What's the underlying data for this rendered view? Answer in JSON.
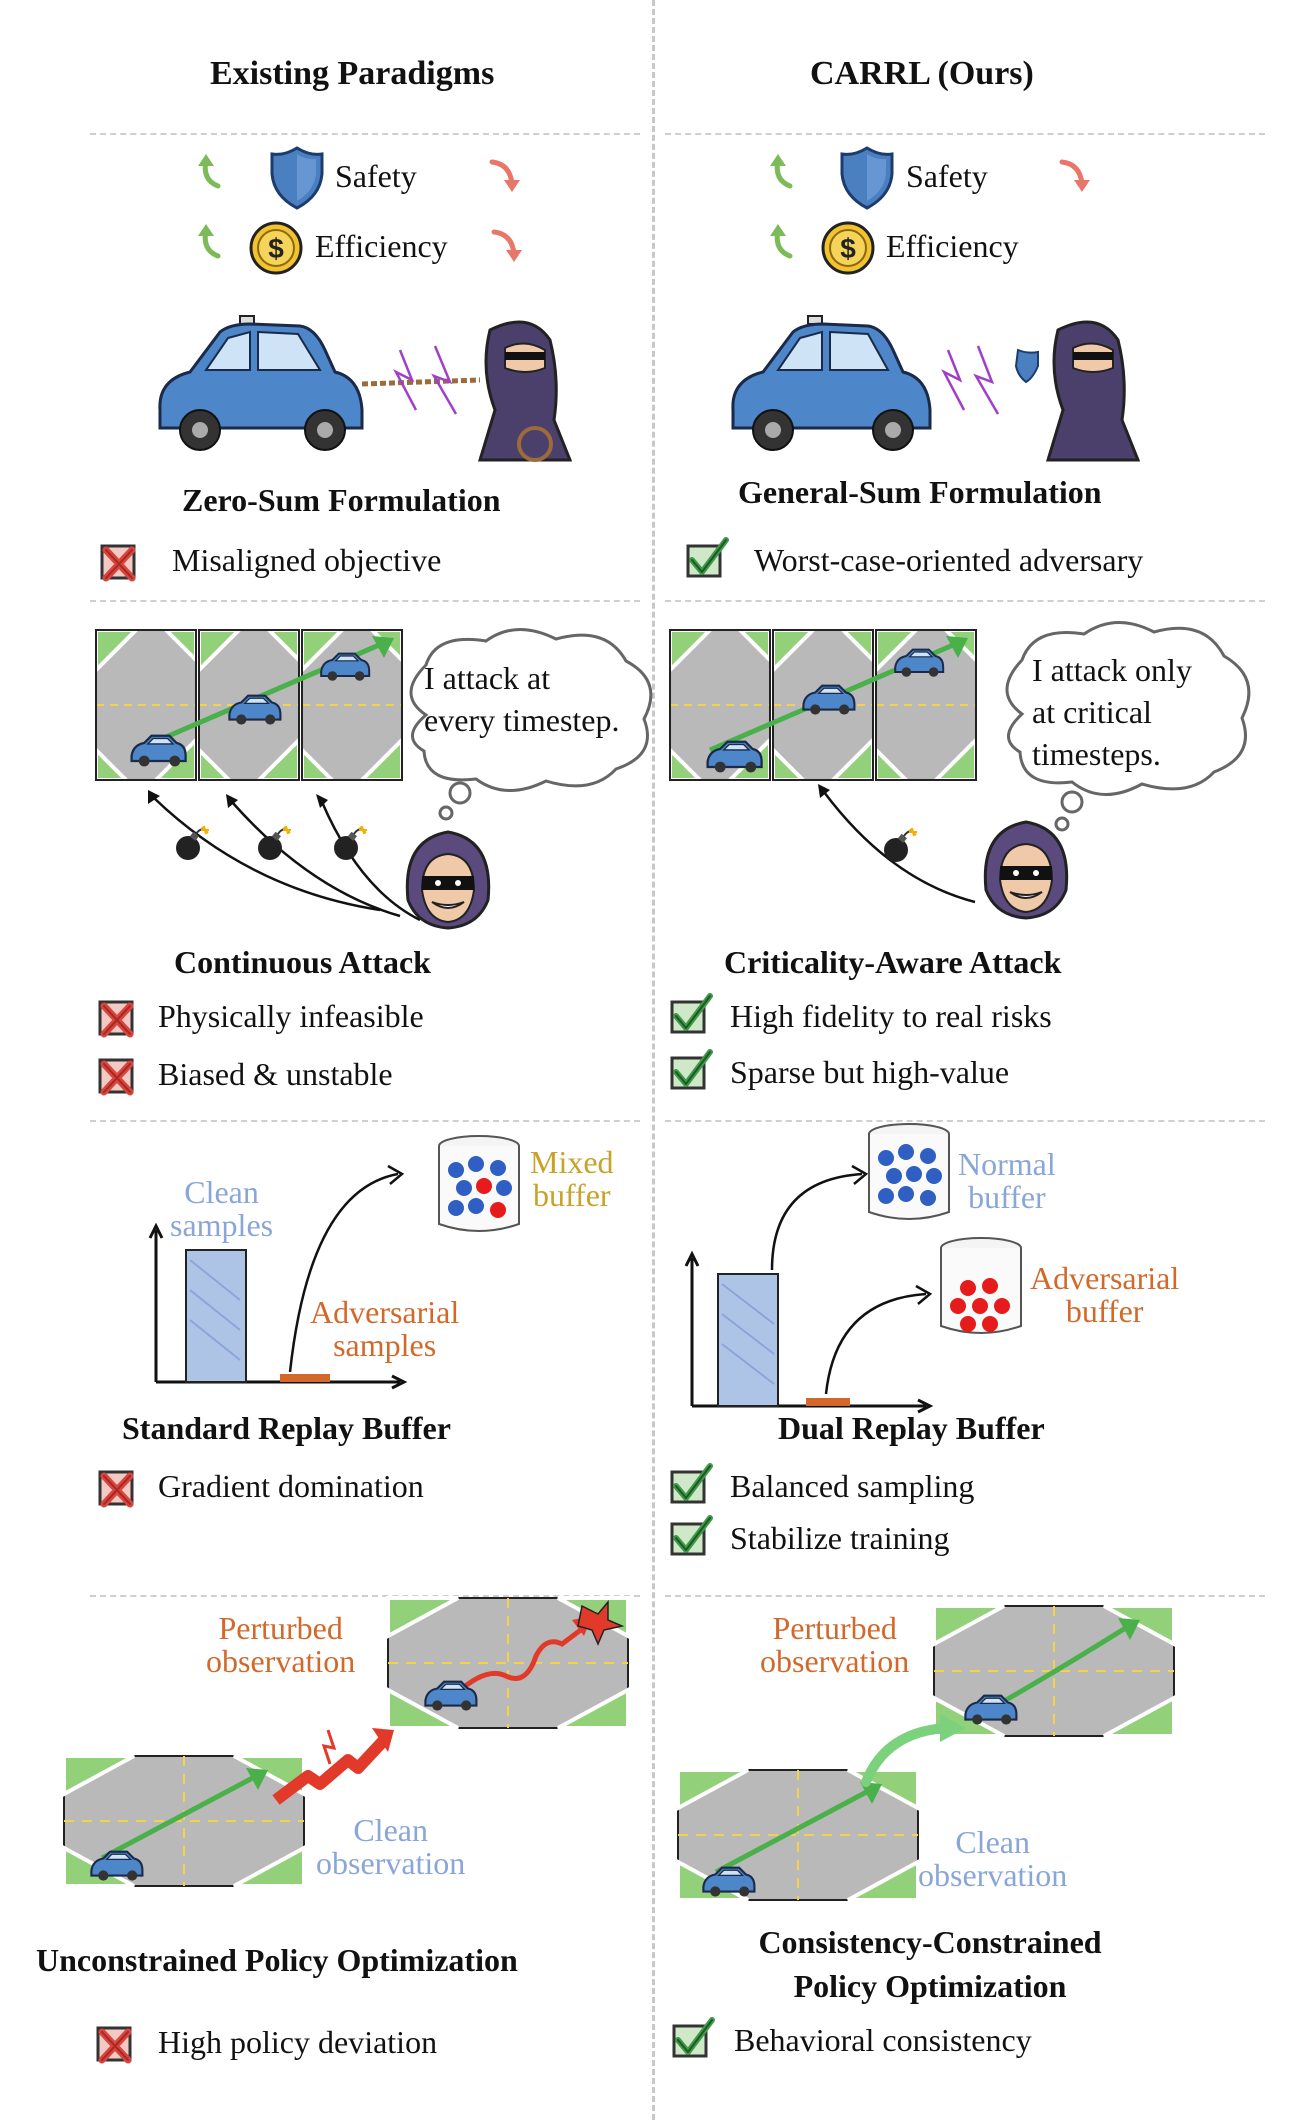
{
  "columns": {
    "left": {
      "title": "Existing Paradigms"
    },
    "right": {
      "title": "CARRL (Ours)"
    }
  },
  "indicators": {
    "safety": "Safety",
    "efficiency": "Efficiency"
  },
  "rows": {
    "formulation": {
      "left": {
        "title": "Zero-Sum Formulation",
        "items": [
          "Misaligned objective"
        ]
      },
      "right": {
        "title": "General-Sum Formulation",
        "items": [
          "Worst-case-oriented adversary"
        ]
      }
    },
    "attack": {
      "left": {
        "title": "Continuous Attack",
        "items": [
          "Physically infeasible",
          "Biased & unstable"
        ],
        "bubble": [
          "I attack at",
          "every timestep."
        ]
      },
      "right": {
        "title": "Criticality-Aware Attack",
        "items": [
          "High fidelity to real risks",
          "Sparse but high-value"
        ],
        "bubble": [
          "I attack only",
          "at critical",
          "timesteps."
        ]
      }
    },
    "buffer": {
      "left": {
        "title": "Standard Replay Buffer",
        "items": [
          "Gradient domination"
        ],
        "labels": {
          "clean": [
            "Clean",
            "samples"
          ],
          "adversarial": [
            "Adversarial",
            "samples"
          ],
          "mixed": [
            "Mixed",
            "buffer"
          ]
        }
      },
      "right": {
        "title": "Dual Replay Buffer",
        "items": [
          "Balanced sampling",
          "Stabilize training"
        ],
        "labels": {
          "normal": [
            "Normal",
            "buffer"
          ],
          "adversarial": [
            "Adversarial",
            "buffer"
          ]
        }
      }
    },
    "policy": {
      "left": {
        "title": "Unconstrained Policy Optimization",
        "items": [
          "High policy deviation"
        ],
        "labels": {
          "perturbed": [
            "Perturbed",
            "observation"
          ],
          "clean": [
            "Clean",
            "observation"
          ]
        }
      },
      "right": {
        "title": [
          "Consistency-Constrained",
          "Policy Optimization"
        ],
        "items": [
          "Behavioral consistency"
        ],
        "labels": {
          "perturbed": [
            "Perturbed",
            "observation"
          ],
          "clean": [
            "Clean",
            "observation"
          ]
        }
      }
    }
  },
  "colors": {
    "green_arrow": "#7cba5a",
    "red_arrow": "#e8776a",
    "shield": "#4a7fc0",
    "coin": "#f2c230",
    "car": "#4d86c9",
    "cross_red": "#d9453e",
    "check_green": "#3f9a4a",
    "clean_blue": "#8aa6d8",
    "adv_orange": "#d2692a",
    "mixed_gold": "#c9a22a",
    "ball_blue": "#2f5fc2",
    "ball_red": "#e61b1b"
  },
  "icons": [
    "shield-icon",
    "coin-icon",
    "up-arrow-icon",
    "down-arrow-icon",
    "cross-icon",
    "check-icon",
    "car-icon",
    "hacker-icon",
    "bomb-icon",
    "buffer-icon"
  ]
}
